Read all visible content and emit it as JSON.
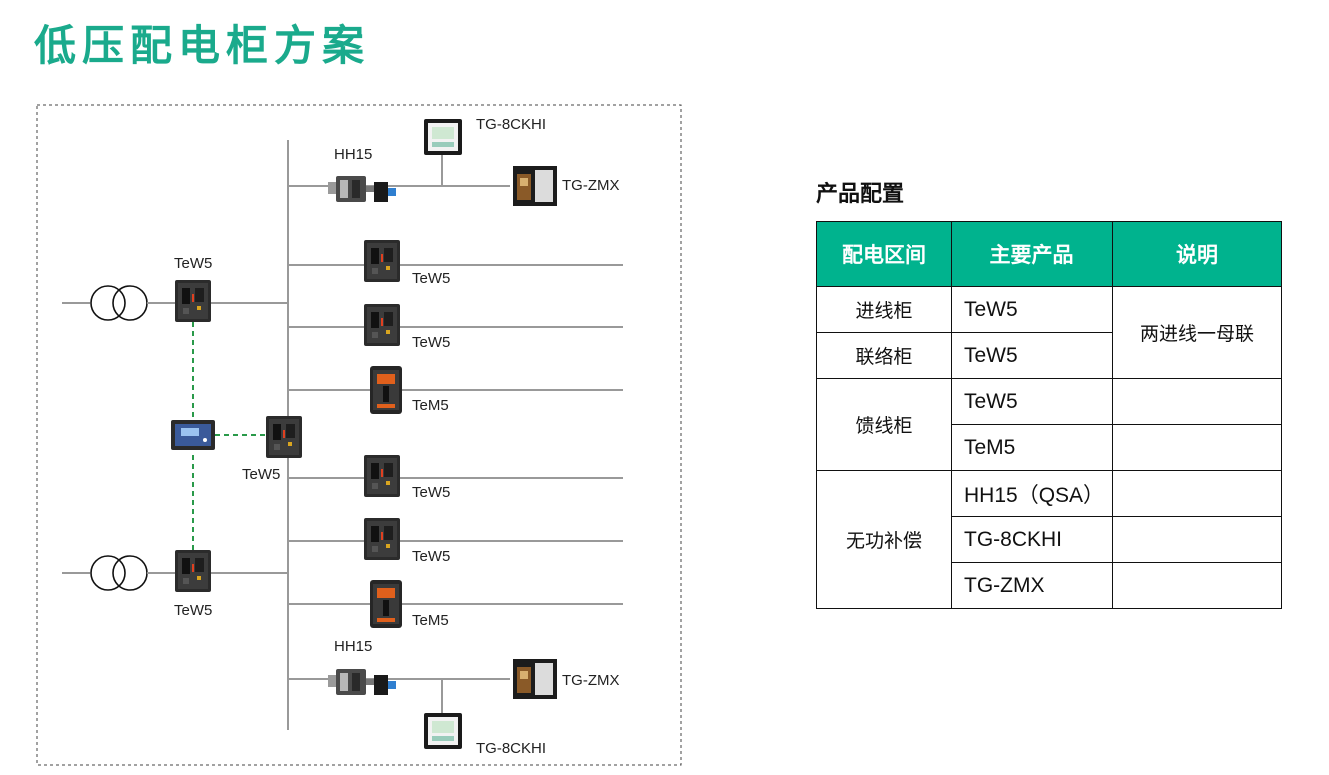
{
  "page_title": "低压配电柜方案",
  "diagram": {
    "labels": {
      "tg8ckhi_top": "TG-8CKHI",
      "hh15_top": "HH15",
      "tgzmx_top": "TG-ZMX",
      "tew5_in_top": "TeW5",
      "tew5_feed1": "TeW5",
      "tew5_feed2": "TeW5",
      "tem5_feed3": "TeM5",
      "tew5_tie": "TeW5",
      "tew5_feed4": "TeW5",
      "tew5_feed5": "TeW5",
      "tem5_feed6": "TeM5",
      "tew5_in_bottom": "TeW5",
      "hh15_bottom": "HH15",
      "tgzmx_bottom": "TG-ZMX",
      "tg8ckhi_bottom": "TG-8CKHI"
    }
  },
  "config": {
    "title": "产品配置",
    "headers": [
      "配电区间",
      "主要产品",
      "说明"
    ],
    "groups": {
      "incoming": "进线柜",
      "tie": "联络柜",
      "feeder": "馈线柜",
      "reactive": "无功补偿"
    },
    "products": [
      "TeW5",
      "TeW5",
      "TeW5",
      "TeM5",
      "HH15（QSA）",
      "TG-8CKHI",
      "TG-ZMX"
    ],
    "note": "两进线一母联"
  }
}
